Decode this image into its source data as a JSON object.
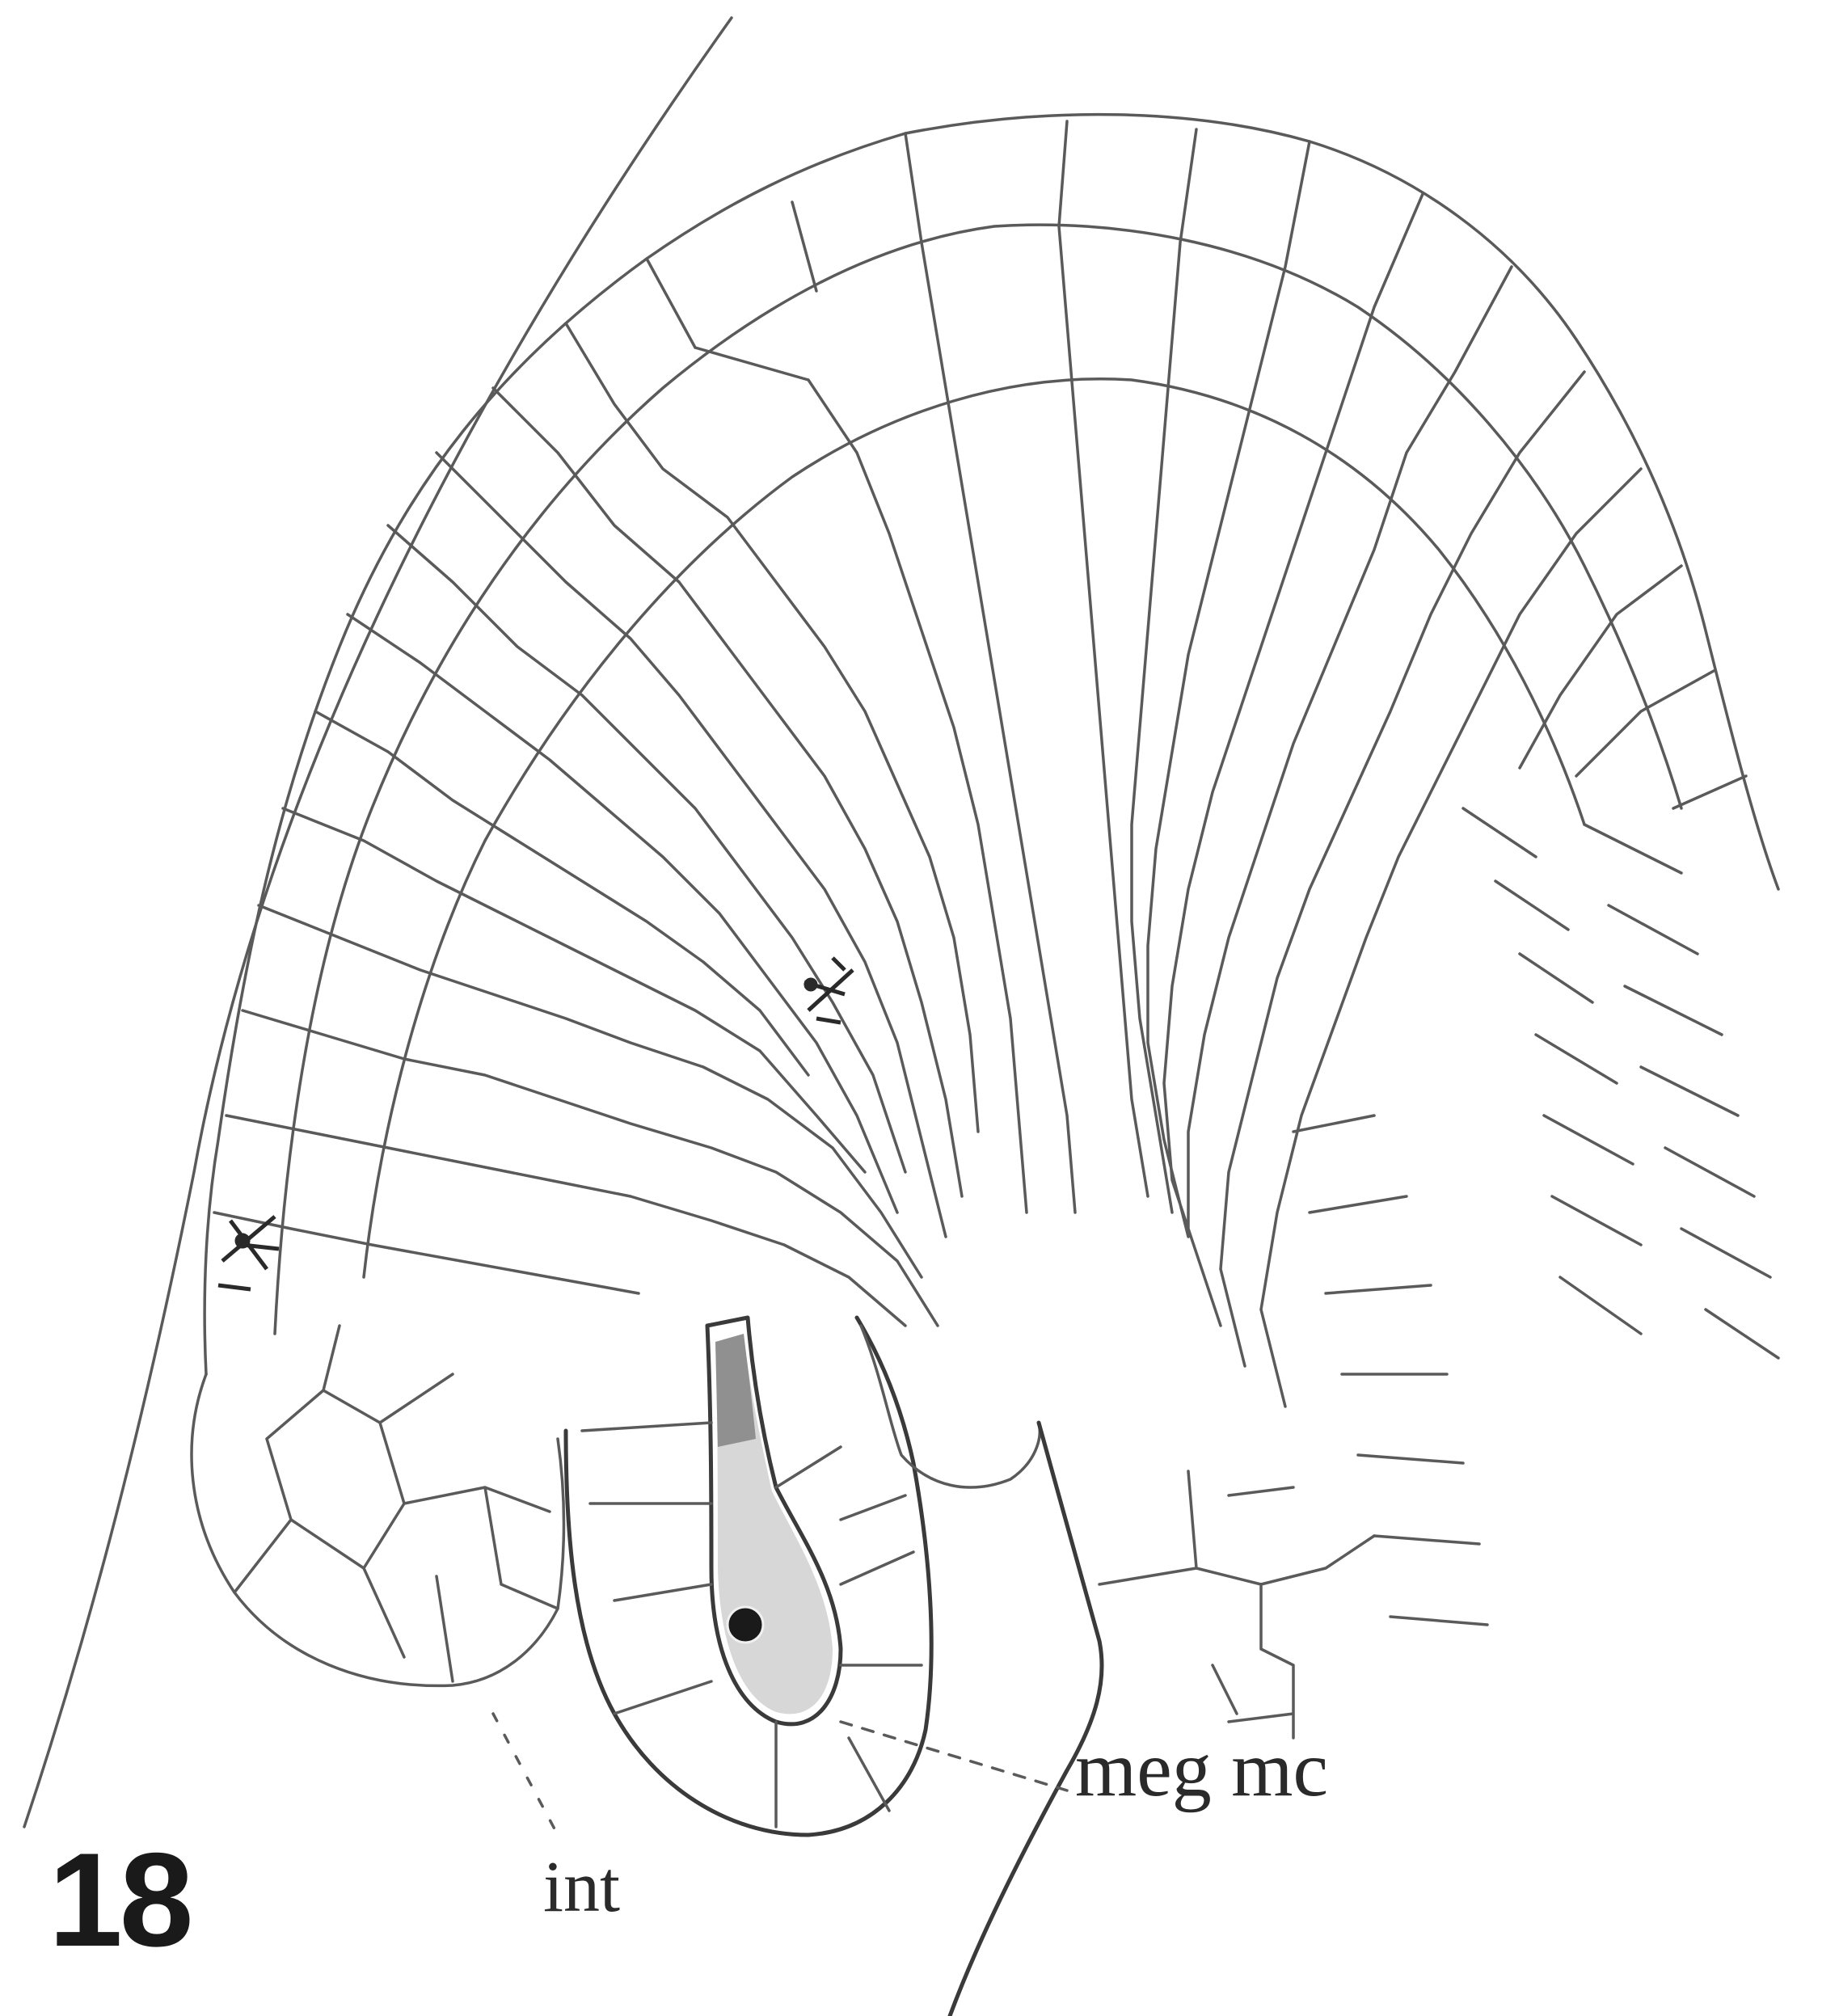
{
  "figure": {
    "number": "18",
    "labels": {
      "int": "int",
      "meg_mc": "meg mc"
    }
  },
  "colors": {
    "line": "#5a5a5a",
    "dark_line": "#3a3a3a",
    "background": "#ffffff",
    "cytoplasm": "#c9c9c9",
    "nucleus": "#1a1a1a"
  }
}
